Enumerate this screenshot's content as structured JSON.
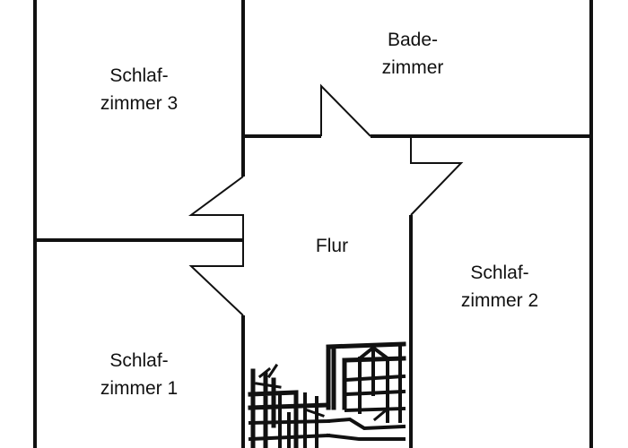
{
  "rooms": {
    "badezimmer": {
      "line1": "Bade-",
      "line2": "zimmer"
    },
    "schlafzimmer_3": {
      "line1": "Schlaf-",
      "line2": "zimmer 3"
    },
    "flur": {
      "line1": "Flur"
    },
    "schlafzimmer_2": {
      "line1": "Schlaf-",
      "line2": "zimmer 2"
    },
    "schlafzimmer_1": {
      "line1": "Schlaf-",
      "line2": "zimmer 1"
    }
  },
  "colors": {
    "wall": "#111111",
    "background": "#ffffff"
  },
  "icons": {
    "arrow_to_bathroom": "arrow-up-icon",
    "arrow_to_bedroom_3": "arrow-left-icon",
    "arrow_to_bedroom_1": "arrow-left-icon",
    "arrow_to_bedroom_2": "arrow-right-icon",
    "staircase": "staircase-icon"
  }
}
